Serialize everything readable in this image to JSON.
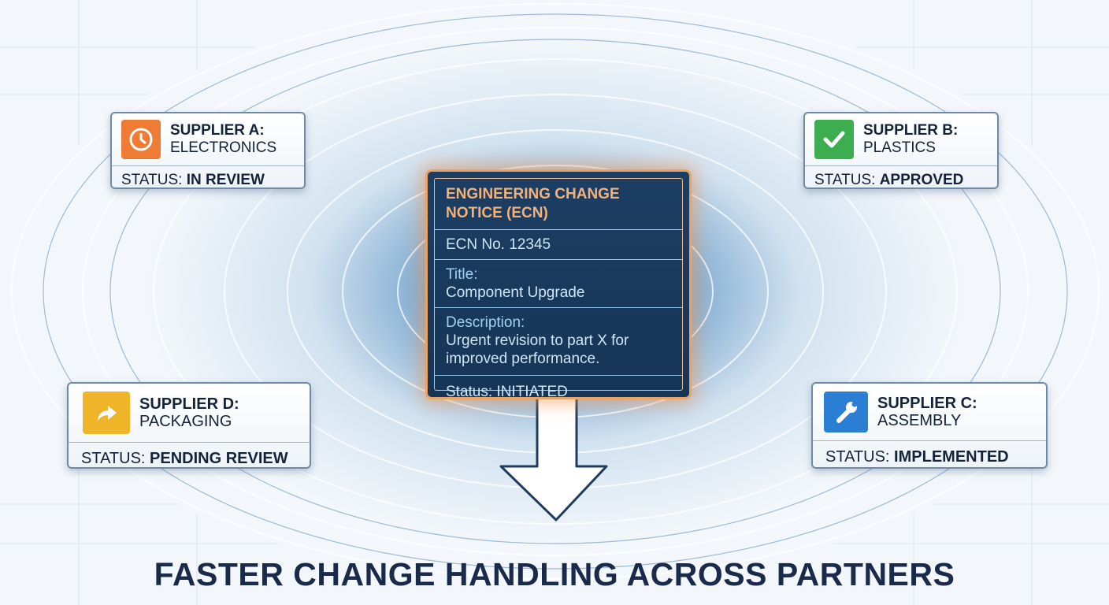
{
  "ecn": {
    "heading": "ENGINEERING CHANGE NOTICE (ECN)",
    "number": "ECN No. 12345",
    "title_label": "Title:",
    "title_value": "Component Upgrade",
    "description_label": "Description:",
    "description_value": "Urgent revision to part X for improved performance.",
    "status": "Status: INITIATED"
  },
  "suppliers": [
    {
      "name": "SUPPLIER A:",
      "category": "ELECTRONICS",
      "status_label": "STATUS:",
      "status": "IN REVIEW",
      "icon": "clock-icon",
      "color": "#ee7b36"
    },
    {
      "name": "SUPPLIER B:",
      "category": "PLASTICS",
      "status_label": "STATUS:",
      "status": "APPROVED",
      "icon": "checkmark-icon",
      "color": "#3cae4f"
    },
    {
      "name": "SUPPLIER C:",
      "category": "ASSEMBLY",
      "status_label": "STATUS:",
      "status": "IMPLEMENTED",
      "icon": "wrench-icon",
      "color": "#2a7fd4"
    },
    {
      "name": "SUPPLIER D:",
      "category": "PACKAGING",
      "status_label": "STATUS:",
      "status": "PENDING REVIEW",
      "icon": "forward-arrow-icon",
      "color": "#f0b429"
    }
  ],
  "headline": "FASTER CHANGE HANDLING ACROSS PARTNERS"
}
